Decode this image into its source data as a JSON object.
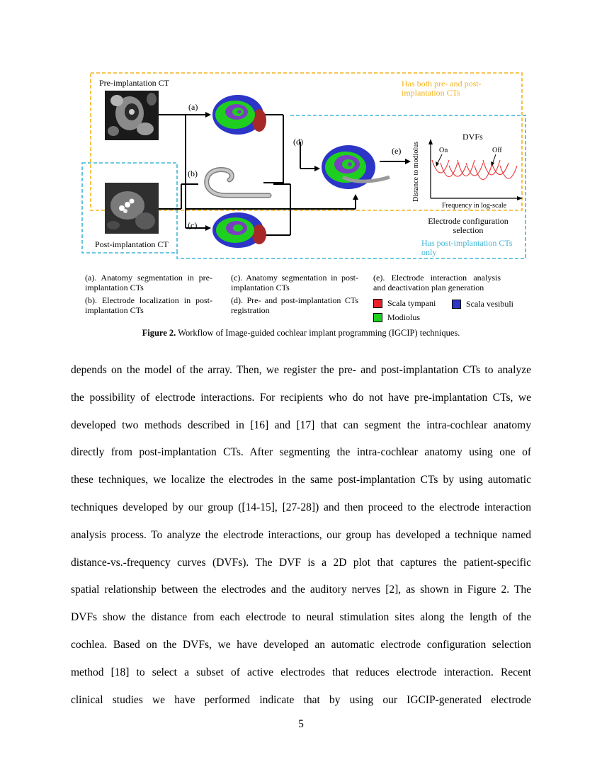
{
  "figure": {
    "pre_ct_label": "Pre-implantation CT",
    "post_ct_label": "Post-implantation CT",
    "has_both_label": "Has both pre- and post-\nimplantation CTs",
    "has_post_label": "Has post-implantation CTs\nonly",
    "step_a": "(a)",
    "step_b": "(b)",
    "step_c": "(c)",
    "step_d": "(d)",
    "step_e": "(e)",
    "dvf_title": "DVFs",
    "dvf_ylabel": "Distance to modiolus",
    "dvf_xlabel": "Frequency in log-scale",
    "dvf_on": "On",
    "dvf_off": "Off",
    "config_label": "Electrode configuration\nselection",
    "colors": {
      "orange_box": "#f4b31a",
      "blue_box": "#3eb6d8",
      "scala_tympani": "#e8202a",
      "modiolus": "#1fcf1f",
      "scala_vestibuli": "#2d35c8",
      "dvf_curves": "#e83030"
    }
  },
  "captions": {
    "a": "(a). Anatomy segmentation in pre-implantation CTs",
    "b": "(b). Electrode localization in post-implantation CTs",
    "c": "(c). Anatomy segmentation in post-implantation CTs",
    "d": "(d). Pre- and post-implantation CTs registration",
    "e": "(e). Electrode interaction analysis and deactivation plan generation"
  },
  "legend": {
    "scala_tympani": "Scala tympani",
    "scala_vestibuli": "Scala vesibuli",
    "modiolus": "Modiolus"
  },
  "figure_caption": {
    "label": "Figure 2.",
    "text": " Workflow of Image-guided cochlear implant programming (IGCIP) techniques."
  },
  "body_lines": [
    "depends on the model of the array. Then, we register the pre- and post-implantation CTs to analyze",
    "the possibility of electrode interactions. For recipients who do not have pre-implantation CTs, we",
    "developed two methods described in [16] and [17] that can segment the intra-cochlear anatomy",
    "directly from post-implantation CTs. After segmenting the intra-cochlear anatomy using one of",
    "these techniques, we localize the electrodes in the same post-implantation CTs by using automatic",
    "techniques developed by our group ([14-15], [27-28]) and then proceed to the electrode interaction",
    "analysis process. To analyze the electrode interactions, our group has developed a technique named",
    "distance-vs.-frequency curves (DVFs). The DVF is a 2D plot that captures the patient-specific",
    "spatial relationship between the electrodes and the auditory nerves [2], as shown in Figure 2. The",
    "DVFs show the distance from each electrode to neural stimulation sites along the length of the",
    "cochlea. Based on the DVFs, we have developed an automatic electrode configuration selection",
    "method [18] to select a subset of active electrodes that reduces electrode interaction. Recent",
    "clinical studies we have performed indicate that by using our IGCIP-generated electrode"
  ],
  "page_number": "5"
}
